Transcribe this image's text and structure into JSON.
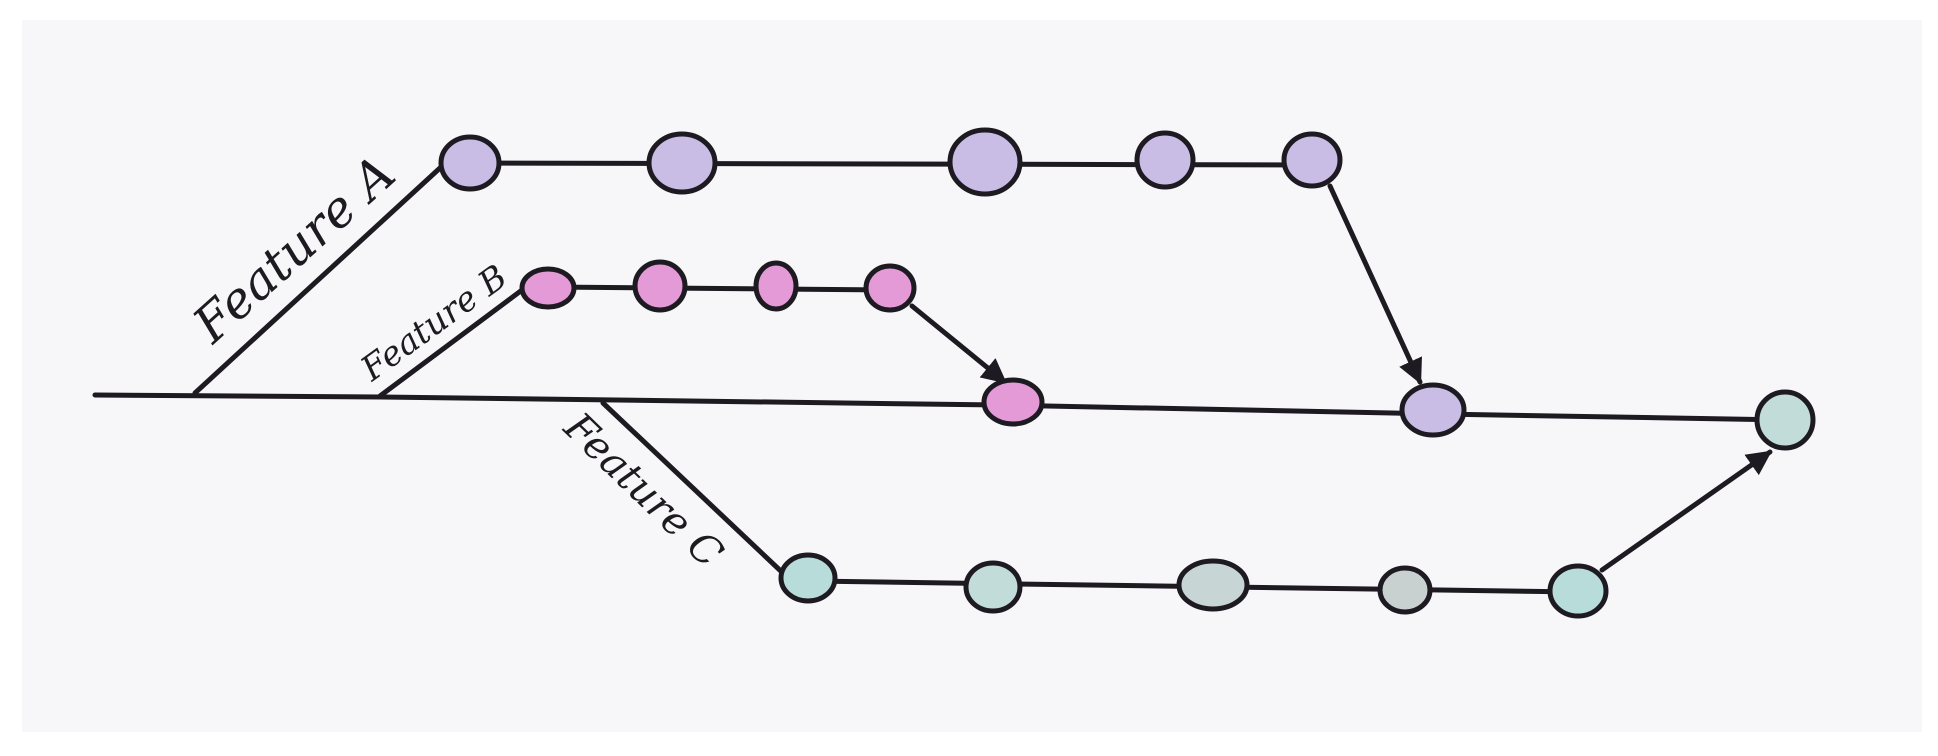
{
  "labels": {
    "feature_a": "Feature A",
    "feature_b": "Feature B",
    "feature_c": "Feature C"
  },
  "colors": {
    "ink": "#1e1a22",
    "paper": "#f7f7f9",
    "feature_a_commit": "#c9bde6",
    "feature_b_commit": "#e49ad6",
    "feature_c_commit": "#b7dcda",
    "main_merge_a": "#c9bde6",
    "main_merge_b": "#e49ad6",
    "main_merge_c": "#c2dcda"
  },
  "diagram": {
    "main_line_commits": 3,
    "feature_a_commits": 5,
    "feature_b_commits": 4,
    "feature_c_commits": 5
  }
}
